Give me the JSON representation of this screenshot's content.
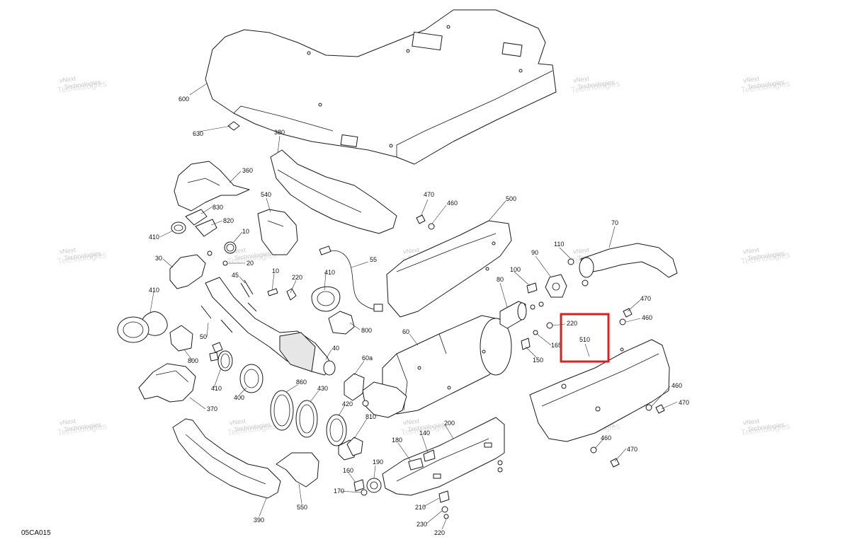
{
  "figure_code": "05CA015",
  "watermark": {
    "line1": "vNext",
    "line2": "Technologies",
    "line3": "Technologies"
  },
  "highlight_color": "#d9211e",
  "callouts": {
    "c600": "600",
    "c630": "630",
    "c380": "380",
    "c360": "360",
    "c830": "830",
    "c820": "820",
    "c410a": "410",
    "c540": "540",
    "c10a": "10",
    "c30": "30",
    "c20": "20",
    "c45": "45",
    "c10b": "10",
    "c220a": "220",
    "c410b": "410",
    "c410c": "410",
    "c50": "50",
    "c800a": "800",
    "c800b": "800",
    "c410d": "410",
    "c400": "400",
    "c370": "370",
    "c40": "40",
    "c55": "55",
    "c470a": "470",
    "c460a": "460",
    "c500": "500",
    "c110": "110",
    "c70": "70",
    "c90": "90",
    "c100": "100",
    "c80": "80",
    "c60": "60",
    "c60a": "60a",
    "c860": "860",
    "c430": "430",
    "c420": "420",
    "c810": "810",
    "c140": "140",
    "c200": "200",
    "c180": "180",
    "c190": "190",
    "c160": "160",
    "c170": "170",
    "c210": "210",
    "c230": "230",
    "c220b": "220",
    "c390": "390",
    "c550": "550",
    "c220c": "220",
    "c510": "510",
    "c165": "165",
    "c150": "150",
    "c470b": "470",
    "c460b": "460",
    "c460c": "460",
    "c470c": "470",
    "c460d": "460",
    "c470d": "470"
  }
}
